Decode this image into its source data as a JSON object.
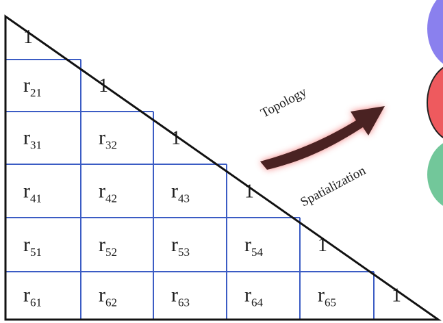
{
  "matrix": {
    "rows": [
      [
        {
          "base": "1",
          "sub": ""
        }
      ],
      [
        {
          "base": "r",
          "sub": "21"
        },
        {
          "base": "1",
          "sub": ""
        }
      ],
      [
        {
          "base": "r",
          "sub": "31"
        },
        {
          "base": "r",
          "sub": "32"
        },
        {
          "base": "1",
          "sub": ""
        }
      ],
      [
        {
          "base": "r",
          "sub": "41"
        },
        {
          "base": "r",
          "sub": "42"
        },
        {
          "base": "r",
          "sub": "43"
        },
        {
          "base": "1",
          "sub": ""
        }
      ],
      [
        {
          "base": "r",
          "sub": "51"
        },
        {
          "base": "r",
          "sub": "52"
        },
        {
          "base": "r",
          "sub": "53"
        },
        {
          "base": "r",
          "sub": "54"
        },
        {
          "base": "1",
          "sub": ""
        }
      ],
      [
        {
          "base": "r",
          "sub": "61"
        },
        {
          "base": "r",
          "sub": "62"
        },
        {
          "base": "r",
          "sub": "63"
        },
        {
          "base": "r",
          "sub": "64"
        },
        {
          "base": "r",
          "sub": "65"
        },
        {
          "base": "1",
          "sub": ""
        }
      ]
    ],
    "grid_color": "#3b5cc4",
    "outline_color": "#111111"
  },
  "arrow": {
    "top_label": "Topology",
    "bottom_label": "Spatialization",
    "fill_color": "#4a2222",
    "glow_color": "#f06a6a"
  },
  "side_shapes": [
    {
      "name": "purple-blob",
      "color": "#8a80ee"
    },
    {
      "name": "red-blob",
      "color": "#ee5a5e"
    },
    {
      "name": "green-blob",
      "color": "#72c79a"
    }
  ]
}
